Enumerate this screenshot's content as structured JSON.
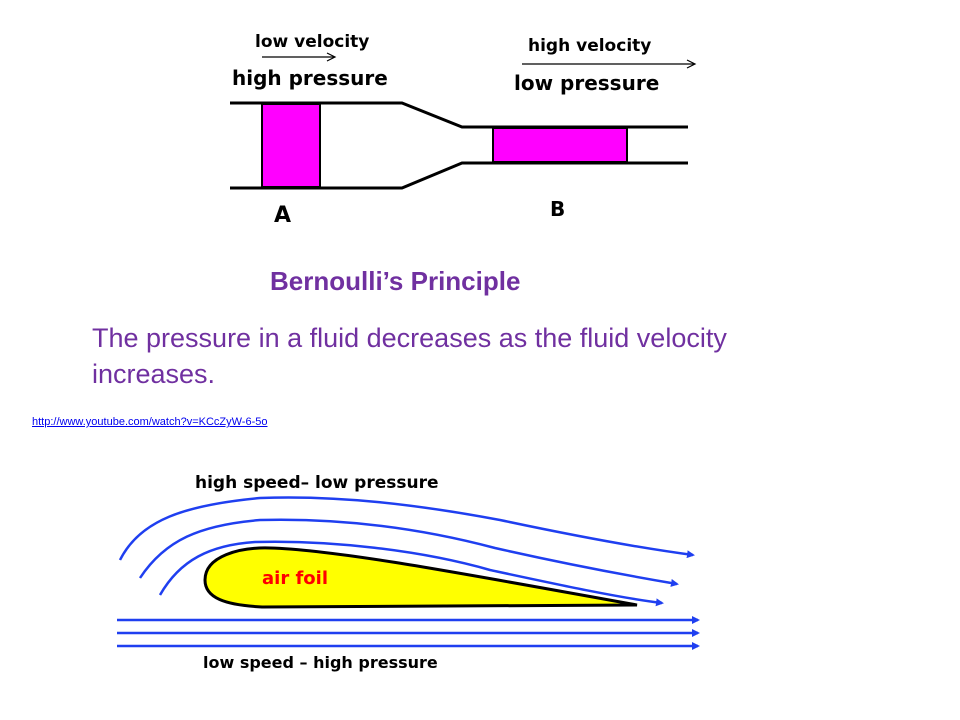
{
  "venturi": {
    "label_low_velocity": "low velocity",
    "label_high_pressure": "high pressure",
    "label_high_velocity": "high velocity",
    "label_low_pressure": "low pressure",
    "label_a": "A",
    "label_b": "B",
    "fill_color": "#ff00ff"
  },
  "principle": {
    "title": "Bernoulli’s Principle",
    "statement": "The pressure in a fluid decreases as the fluid velocity increases.",
    "link": "http://www.youtube.com/watch?v=KCcZyW-6-5o",
    "text_color": "#7030a0"
  },
  "airfoil": {
    "top_label": "high speed– low pressure",
    "foil_label": "air foil",
    "bottom_label": "low speed – high pressure",
    "foil_color": "#ffff00",
    "stream_color": "#1f3ff0",
    "label_color": "#ff0000"
  }
}
